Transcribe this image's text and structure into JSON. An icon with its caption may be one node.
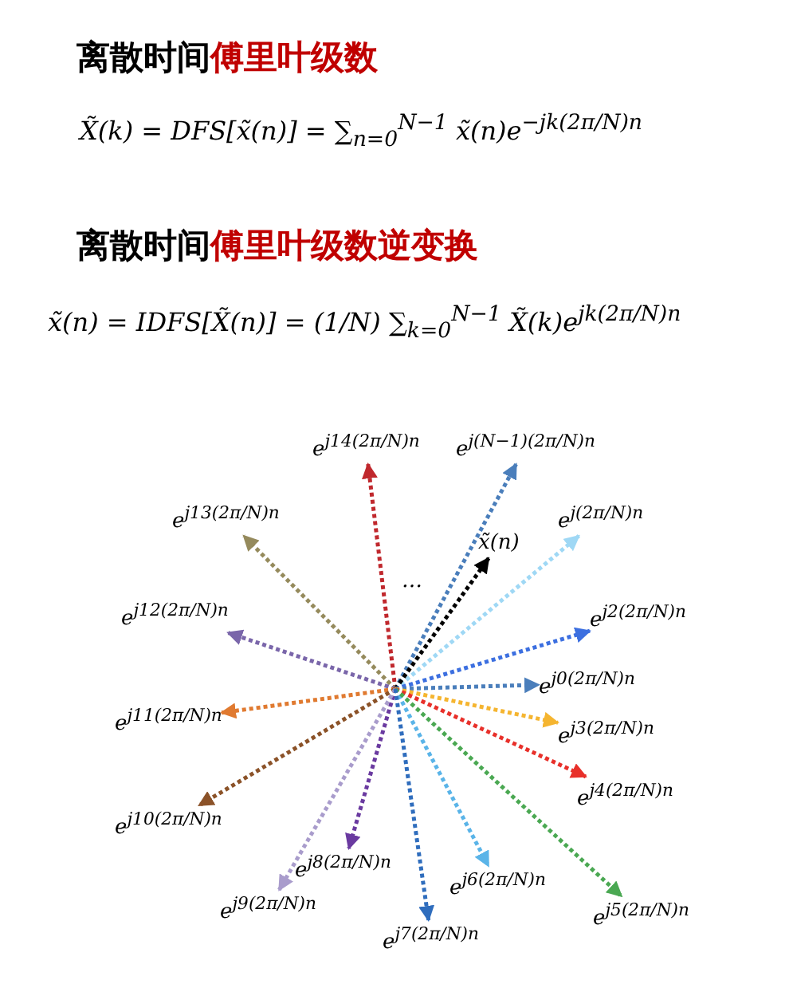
{
  "diagram": {
    "nodes": [
      {
        "text": [
          "e$^{j14(2π/N)n}$"
        ]
      },
      {
        "text": [
          "e$^{j(N−1)(2π/N)n}$"
        ]
      },
      {
        "text": [
          "e$^{j13(2π/N)n}$"
        ]
      },
      {
        "text": [
          "e$^{j(2π/N)n}$"
        ]
      },
      {
        "text": [
          "x̃(n)"
        ]
      },
      {
        "text": [
          "e$^{j12(2π/N)n}$"
        ]
      },
      {
        "text": [
          "e$^{j2(2π/N)n}$"
        ]
      },
      {
        "text": [
          "e$^{j0(2π/N)n}$"
        ]
      },
      {
        "text": [
          "e$^{j11(2π/N)n}$"
        ]
      },
      {
        "text": [
          "e$^{j3(2π/N)n}$"
        ]
      },
      {
        "text": [
          "e$^{j4(2π/N)n}$"
        ]
      },
      {
        "text": [
          "e$^{j10(2π/N)n}$"
        ]
      },
      {
        "text": [
          "e$^{j8(2π/N)n}$"
        ]
      },
      {
        "text": [
          "e$^{j6(2π/N)n}$"
        ]
      },
      {
        "text": [
          "e$^{j9(2π/N)n}$"
        ]
      },
      {
        "text": [
          "e$^{j5(2π/N)n}$"
        ]
      },
      {
        "text": [
          "e$^{j7(2π/N)n}$"
        ]
      }
    ],
    "edges": [
      {
        "from": null,
        "to": 0,
        "arrow": "to",
        "color": "#c0282d"
      },
      {
        "from": null,
        "to": 1,
        "arrow": "to",
        "color": "#4a7ebb"
      },
      {
        "from": null,
        "to": 2,
        "arrow": "to",
        "color": "#958a5c"
      },
      {
        "from": null,
        "to": 3,
        "arrow": "to",
        "color": "#9fd8f5"
      },
      {
        "from": null,
        "to": 4,
        "arrow": "to",
        "color": "#000000"
      },
      {
        "from": null,
        "to": 5,
        "arrow": "to",
        "color": "#7a66aa"
      },
      {
        "from": null,
        "to": 6,
        "arrow": "to",
        "color": "#3c6fe0"
      },
      {
        "from": null,
        "to": 7,
        "arrow": "to",
        "color": "#4a7ebb"
      },
      {
        "from": null,
        "to": 8,
        "arrow": "to",
        "color": "#e07a30"
      },
      {
        "from": null,
        "to": 9,
        "arrow": "to",
        "color": "#f5b530"
      },
      {
        "from": null,
        "to": 10,
        "arrow": "to",
        "color": "#e8302a"
      },
      {
        "from": null,
        "to": 11,
        "arrow": "to",
        "color": "#8b5228"
      },
      {
        "from": null,
        "to": 12,
        "arrow": "to",
        "color": "#6a3aa0"
      },
      {
        "from": null,
        "to": 13,
        "arrow": "to",
        "color": "#5ab4e8"
      },
      {
        "from": null,
        "to": 14,
        "arrow": "to",
        "color": "#a99ccc"
      },
      {
        "from": null,
        "to": 15,
        "arrow": "to",
        "color": "#4aa852"
      },
      {
        "from": null,
        "to": 16,
        "arrow": "to",
        "color": "#2f6dbd"
      }
    ],
    "labels": [
      "离散时间",
      "傅里叶级数",
      "X̃(k) = DFS[x̃(n)] = ∑$_{n=0}$$^{N−1}$ x̃(n)e$^{−jk(2π/N)n}$",
      "离散时间",
      "傅里叶级数逆变换",
      "x̃(n) = IDFS[X̃(n)] = (1/N) ∑$_{k=0}$$^{N−1}$ X̃(k)e$^{jk(2π/N)n}$",
      "…"
    ]
  }
}
